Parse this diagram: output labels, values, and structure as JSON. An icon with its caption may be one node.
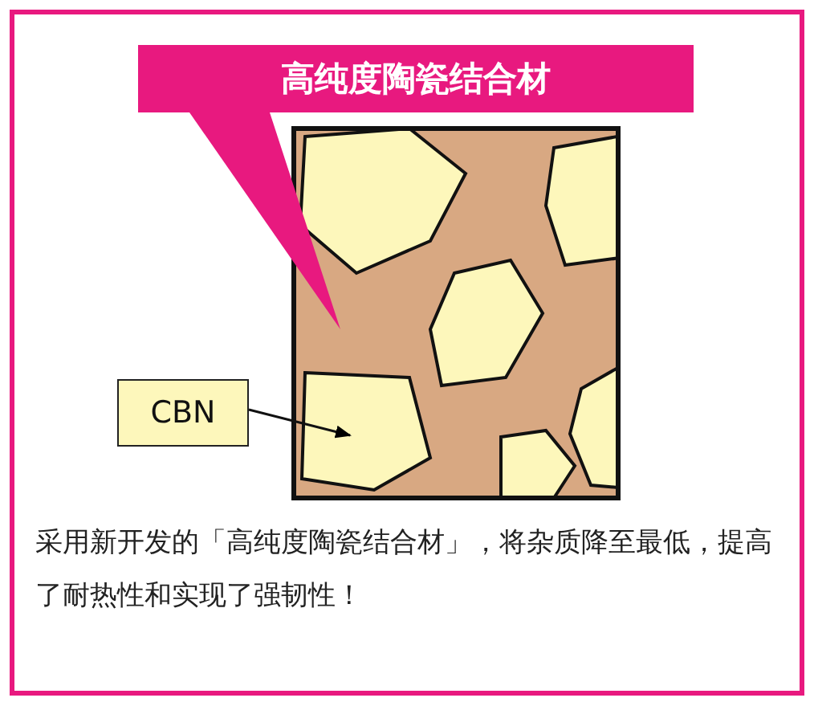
{
  "diagram": {
    "nodes": [
      {
        "text": [
          "高纯度陶瓷结合材"
        ]
      },
      {
        "text": [],
        "shape": "box"
      },
      {
        "text": [
          "CBN"
        ]
      },
      {
        "text": [],
        "shape": "polygon",
        "in": 1
      }
    ],
    "edges": [
      {
        "from": 0,
        "to": 1,
        "arrow": "none"
      },
      {
        "from": 2,
        "to": 3,
        "arrow": "to"
      }
    ],
    "labels": [
      "采用新开发的「高纯度陶瓷结合材」，将杂质降至最低，提高了耐热性和实现了强韧性！"
    ]
  }
}
